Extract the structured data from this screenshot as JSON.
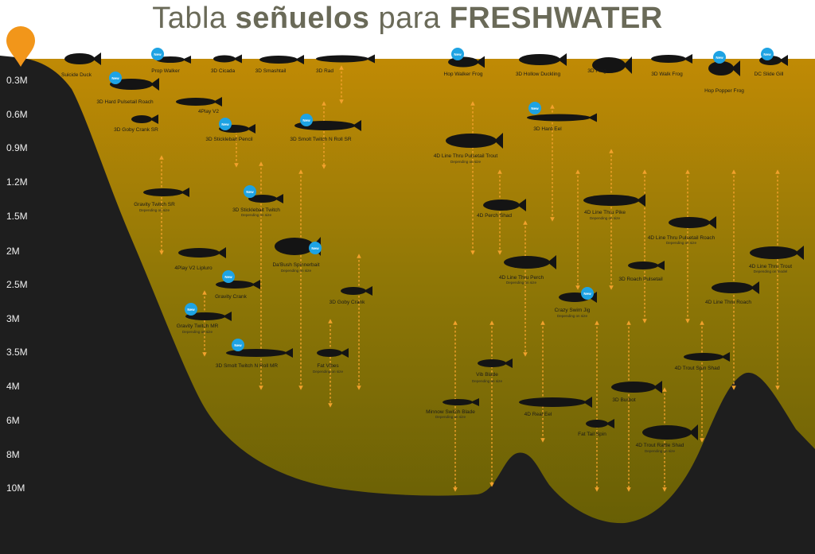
{
  "title": {
    "prefix": "Tabla ",
    "bold1": "señuelos",
    "middle": " para ",
    "bold2": "FRESHWATER"
  },
  "colors": {
    "water_top": "#c08a05",
    "water_bottom": "#635c05",
    "ground": "#1e1e1e",
    "arrow": "#f2a12c",
    "marker": "#f2961a",
    "new_badge": "#1ea3e3"
  },
  "new_badge_text": "New",
  "depths": [
    "0.3M",
    "0.6M",
    "0.9M",
    "1.2M",
    "1.5M",
    "2M",
    "2.5M",
    "3M",
    "3.5M",
    "4M",
    "6M",
    "8M",
    "10M"
  ],
  "lures": [
    {
      "name": "Suicide Duck",
      "sub": ""
    },
    {
      "name": "Prop Walker",
      "sub": ""
    },
    {
      "name": "3D Cicada",
      "sub": ""
    },
    {
      "name": "3D Smashtail",
      "sub": ""
    },
    {
      "name": "3D Rad",
      "sub": ""
    },
    {
      "name": "Hop Walker Frog",
      "sub": ""
    },
    {
      "name": "3D Hollow Duckling",
      "sub": ""
    },
    {
      "name": "3D Frog",
      "sub": ""
    },
    {
      "name": "3D Walk Frog",
      "sub": ""
    },
    {
      "name": "Hop Popper Frog",
      "sub": ""
    },
    {
      "name": "DC Slide Gill",
      "sub": ""
    },
    {
      "name": "3D Hard Pulsetail Roach",
      "sub": ""
    },
    {
      "name": "4Play V2",
      "sub": ""
    },
    {
      "name": "3D Goby Crank SR",
      "sub": ""
    },
    {
      "name": "3D Sticklebait Pencil",
      "sub": ""
    },
    {
      "name": "3D Smolt Twitch N Roll SR",
      "sub": ""
    },
    {
      "name": "3D Hard Eel",
      "sub": ""
    },
    {
      "name": "4D Line Thru Pulsetail Trout",
      "sub": "Depending on size"
    },
    {
      "name": "Gravity Twitch SR",
      "sub": "Depending on size"
    },
    {
      "name": "3D Sticklebait Twitch",
      "sub": "Depending on size"
    },
    {
      "name": "4D Perch Shad",
      "sub": ""
    },
    {
      "name": "4D Line Thru Pike",
      "sub": "Depending on size"
    },
    {
      "name": "4D Line Thru Pulsetail Roach",
      "sub": "Depending on size"
    },
    {
      "name": "4Play V2 Lipluro",
      "sub": ""
    },
    {
      "name": "Da'Bush Spinnerbait",
      "sub": "Depending on size"
    },
    {
      "name": "4D Line Thru Perch",
      "sub": "Depending on size"
    },
    {
      "name": "3D Roach Pulsetail",
      "sub": ""
    },
    {
      "name": "4D Line Thru Trout",
      "sub": "Depending on model"
    },
    {
      "name": "Gravity Crank",
      "sub": ""
    },
    {
      "name": "3D Goby Crank",
      "sub": ""
    },
    {
      "name": "4D Line Thru Roach",
      "sub": ""
    },
    {
      "name": "Crazy Swim Jig",
      "sub": "Depending on size"
    },
    {
      "name": "Gravity Twitch MR",
      "sub": "Depending on size"
    },
    {
      "name": "3D Smolt Twitch N Roll MR",
      "sub": ""
    },
    {
      "name": "Fat Vibes",
      "sub": "Depending on size"
    },
    {
      "name": "Vib Blade",
      "sub": "Depending on size"
    },
    {
      "name": "4D Trout Spin Shad",
      "sub": ""
    },
    {
      "name": "3D Burbot",
      "sub": ""
    },
    {
      "name": "Minnow Switch Blade",
      "sub": "Depending on size"
    },
    {
      "name": "4D Real Eel",
      "sub": ""
    },
    {
      "name": "Fat Tail Spin",
      "sub": ""
    },
    {
      "name": "4D Trout Rattle Shad",
      "sub": "Depending on size"
    }
  ]
}
